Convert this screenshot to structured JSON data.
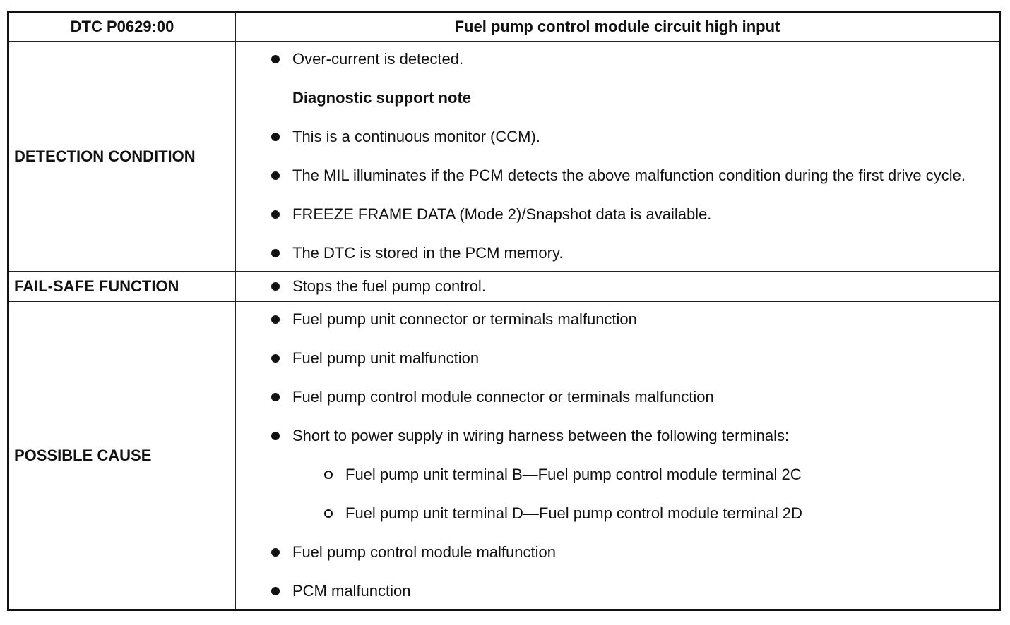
{
  "header": {
    "code": "DTC P0629:00",
    "title": "Fuel pump control module circuit high input"
  },
  "detection": {
    "label": "DETECTION CONDITION",
    "first_item": "Over-current is detected.",
    "note_heading": "Diagnostic support note",
    "items": [
      "This is a continuous monitor (CCM).",
      "The MIL illuminates if the PCM detects the above malfunction condition during the first drive cycle.",
      "FREEZE FRAME DATA (Mode 2)/Snapshot data is available.",
      "The DTC is stored in the PCM memory."
    ]
  },
  "fail_safe": {
    "label": "FAIL-SAFE FUNCTION",
    "items": [
      "Stops the fuel pump control."
    ]
  },
  "possible_cause": {
    "label": "POSSIBLE CAUSE",
    "items_before": [
      "Fuel pump unit connector or terminals malfunction",
      "Fuel pump unit malfunction",
      "Fuel pump control module connector or terminals malfunction"
    ],
    "short_item": "Short to power supply in wiring harness between the following terminals:",
    "sub_items": [
      "Fuel pump unit terminal B—Fuel pump control module terminal 2C",
      "Fuel pump unit terminal D—Fuel pump control module terminal 2D"
    ],
    "items_after": [
      "Fuel pump control module malfunction",
      "PCM malfunction"
    ]
  }
}
